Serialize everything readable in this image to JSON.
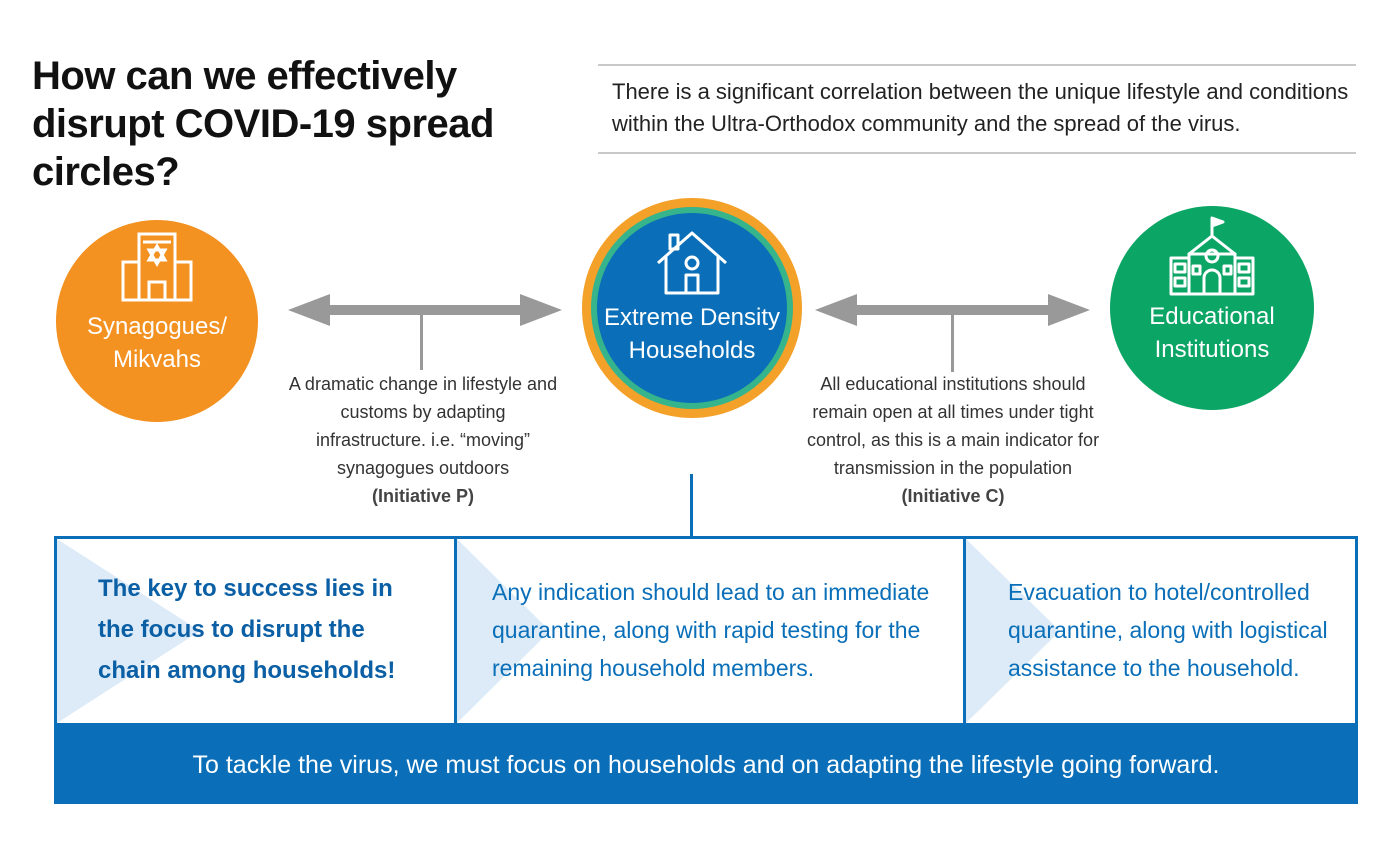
{
  "title": "How can we effectively disrupt COVID-19 spread circles?",
  "intro": "There is a significant correlation between the unique lifestyle and conditions within the Ultra-Orthodox community and the spread of the virus.",
  "circles": {
    "synagogues": {
      "label": "Synagogues/ Mikvahs",
      "icon": "synagogue-icon",
      "color": "#f39121"
    },
    "households": {
      "label": "Extreme Density Households",
      "icon": "house-icon",
      "color": "#0a6fb8",
      "ring_colors": [
        "#f4a12a",
        "#36b48b"
      ]
    },
    "education": {
      "label": "Educational Institutions",
      "icon": "school-icon",
      "color": "#0ba566"
    }
  },
  "notes": {
    "left": {
      "text": "A dramatic change in lifestyle and customs by adapting infrastructure. i.e. “moving” synagogues outdoors",
      "initiative": "(Initiative P)"
    },
    "right": {
      "text": "All educational institutions should remain open at all times under tight control, as this is a main indicator for transmission in the population",
      "initiative": "(Initiative C)"
    }
  },
  "panel": {
    "key": "The key to success lies in the focus to disrupt the chain among households!",
    "quarantine": "Any indication should lead to an immediate quarantine, along with rapid testing for the remaining household members.",
    "evacuation": "Evacuation to hotel/controlled quarantine, along with logistical assistance to the household."
  },
  "banner": "To tackle the virus, we must focus on households and on adapting the lifestyle going forward.",
  "colors": {
    "blue": "#0a6fb8",
    "orange": "#f39121",
    "green": "#0ba566",
    "arrow_gray": "#999999",
    "chevron": "#dcebf7"
  }
}
